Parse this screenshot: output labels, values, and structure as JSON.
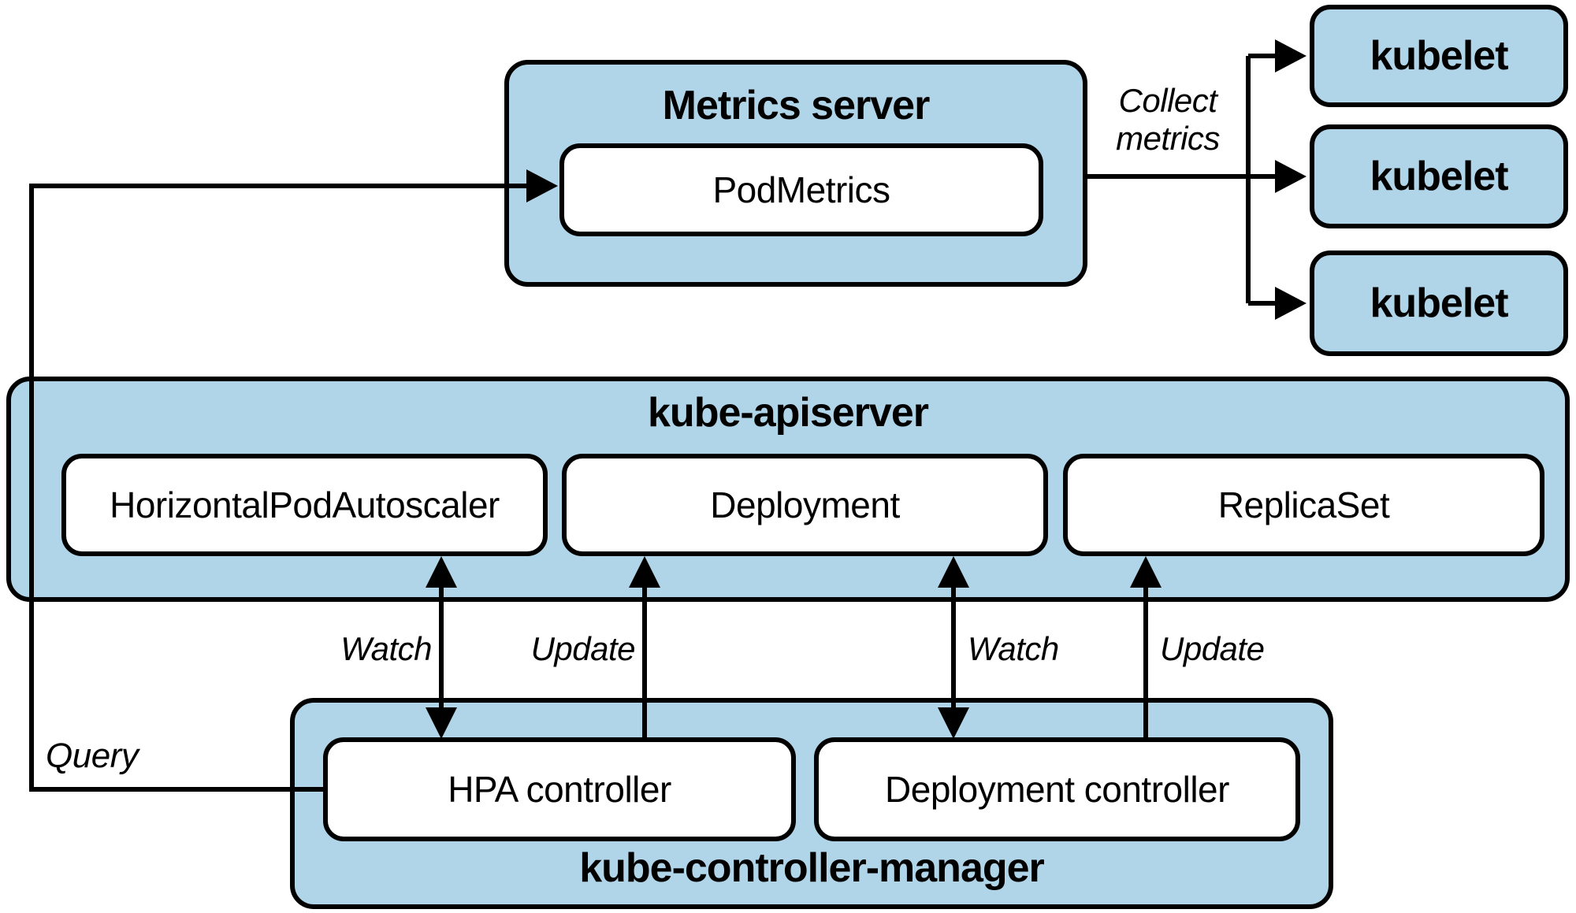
{
  "figure": {
    "type": "architecture-diagram",
    "topic": "Kubernetes HorizontalPodAutoscaler control loop",
    "colors": {
      "node_fill": "#b0d4e8",
      "node_border": "#000000",
      "inner_fill": "#ffffff",
      "connector": "#000000",
      "background": "#ffffff",
      "text": "#000000"
    }
  },
  "metrics_server": {
    "title": "Metrics server",
    "resource": "PodMetrics"
  },
  "kubelets": [
    {
      "label": "kubelet"
    },
    {
      "label": "kubelet"
    },
    {
      "label": "kubelet"
    }
  ],
  "kube_apiserver": {
    "title": "kube-apiserver",
    "resources": [
      {
        "label": "HorizontalPodAutoscaler"
      },
      {
        "label": "Deployment"
      },
      {
        "label": "ReplicaSet"
      }
    ]
  },
  "kube_controller_manager": {
    "title": "kube-controller-manager",
    "controllers": [
      {
        "label": "HPA controller"
      },
      {
        "label": "Deployment controller"
      }
    ]
  },
  "edges": {
    "collect_line1": "Collect",
    "collect_line2": "metrics",
    "query": "Query",
    "watch_hpa": "Watch",
    "update_deployment": "Update",
    "watch_deployment": "Watch",
    "update_replicaset": "Update"
  }
}
